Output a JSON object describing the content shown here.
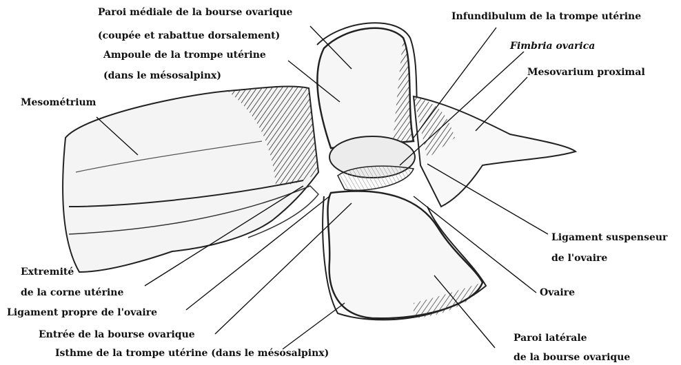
{
  "labels": {
    "paroi_mediale_1": "Paroi médiale de la bourse ovarique",
    "paroi_mediale_2": "(coupée et rabattue dorsalement)",
    "ampoule_1": "Ampoule de la trompe utérine",
    "ampoule_2": "(dans le mésosalpinx)",
    "mesometrium": "Mesométrium",
    "infundibulum": "Infundibulum de la trompe utérine",
    "fimbria": "Fimbria ovarica",
    "mesovarium": "Mesovarium proximal",
    "ligament_susp_1": "Ligament suspenseur",
    "ligament_susp_2": "de l'ovaire",
    "ovaire": "Ovaire",
    "extremite_1": "Extremité",
    "extremite_2": "de la corne utérine",
    "ligament_propre": "Ligament propre de l'ovaire",
    "entree": "Entrée de la bourse ovarique",
    "isthme": "Isthme de la trompe utérine (dans le mésosalpinx)",
    "paroi_laterale_1": "Paroi latérale",
    "paroi_laterale_2": "de la bourse ovarique"
  },
  "colors": {
    "ink": "#111111",
    "shade": "#555555",
    "paper": "#ffffff"
  }
}
